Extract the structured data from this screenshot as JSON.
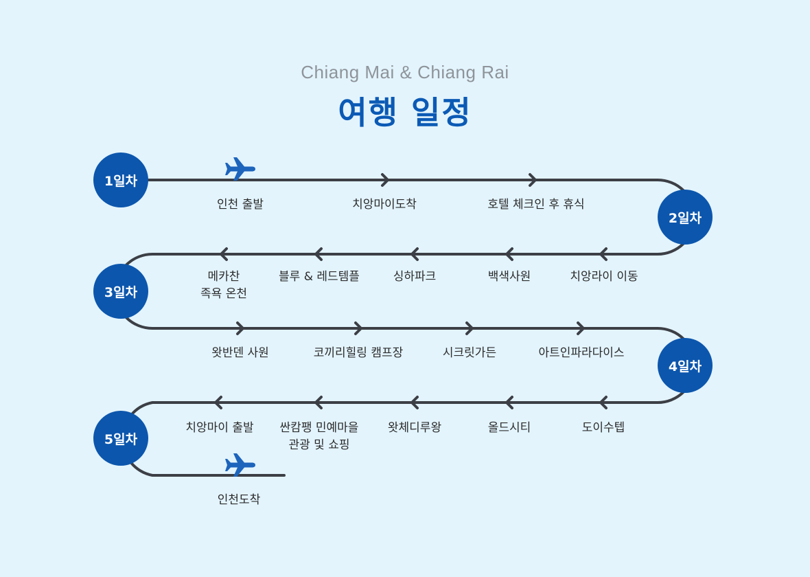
{
  "header": {
    "subtitle": "Chiang Mai & Chiang Rai",
    "title": "여행 일정"
  },
  "colors": {
    "background": "#e3f4fd",
    "accent": "#0c56ad",
    "title": "#0b5ab5",
    "line": "#3c3f45",
    "plane": "#1d64bc"
  },
  "days": [
    {
      "label": "1일차"
    },
    {
      "label": "2일차"
    },
    {
      "label": "3일차"
    },
    {
      "label": "4일차"
    },
    {
      "label": "5일차"
    }
  ],
  "rows": [
    {
      "stops": [
        "인천 출발",
        "치앙마이도착",
        "호텔 체크인 후 휴식"
      ]
    },
    {
      "stops": [
        "치앙라이 이동",
        "백색사원",
        "싱하파크",
        "블루 & 레드템플",
        "메카찬\n족욕 온천"
      ]
    },
    {
      "stops": [
        "왓반덴 사원",
        "코끼리힐링 캠프장",
        "시크릿가든",
        "아트인파라다이스"
      ]
    },
    {
      "stops": [
        "도이수텝",
        "올드시티",
        "왓체디루왕",
        "싼캄팽 민예마을\n관광 및 쇼핑",
        "치앙마이 출발"
      ]
    },
    {
      "stops": [
        "인천도착"
      ]
    }
  ],
  "icons": [
    "airplane-icon",
    "chevron-right-icon",
    "chevron-left-icon"
  ]
}
